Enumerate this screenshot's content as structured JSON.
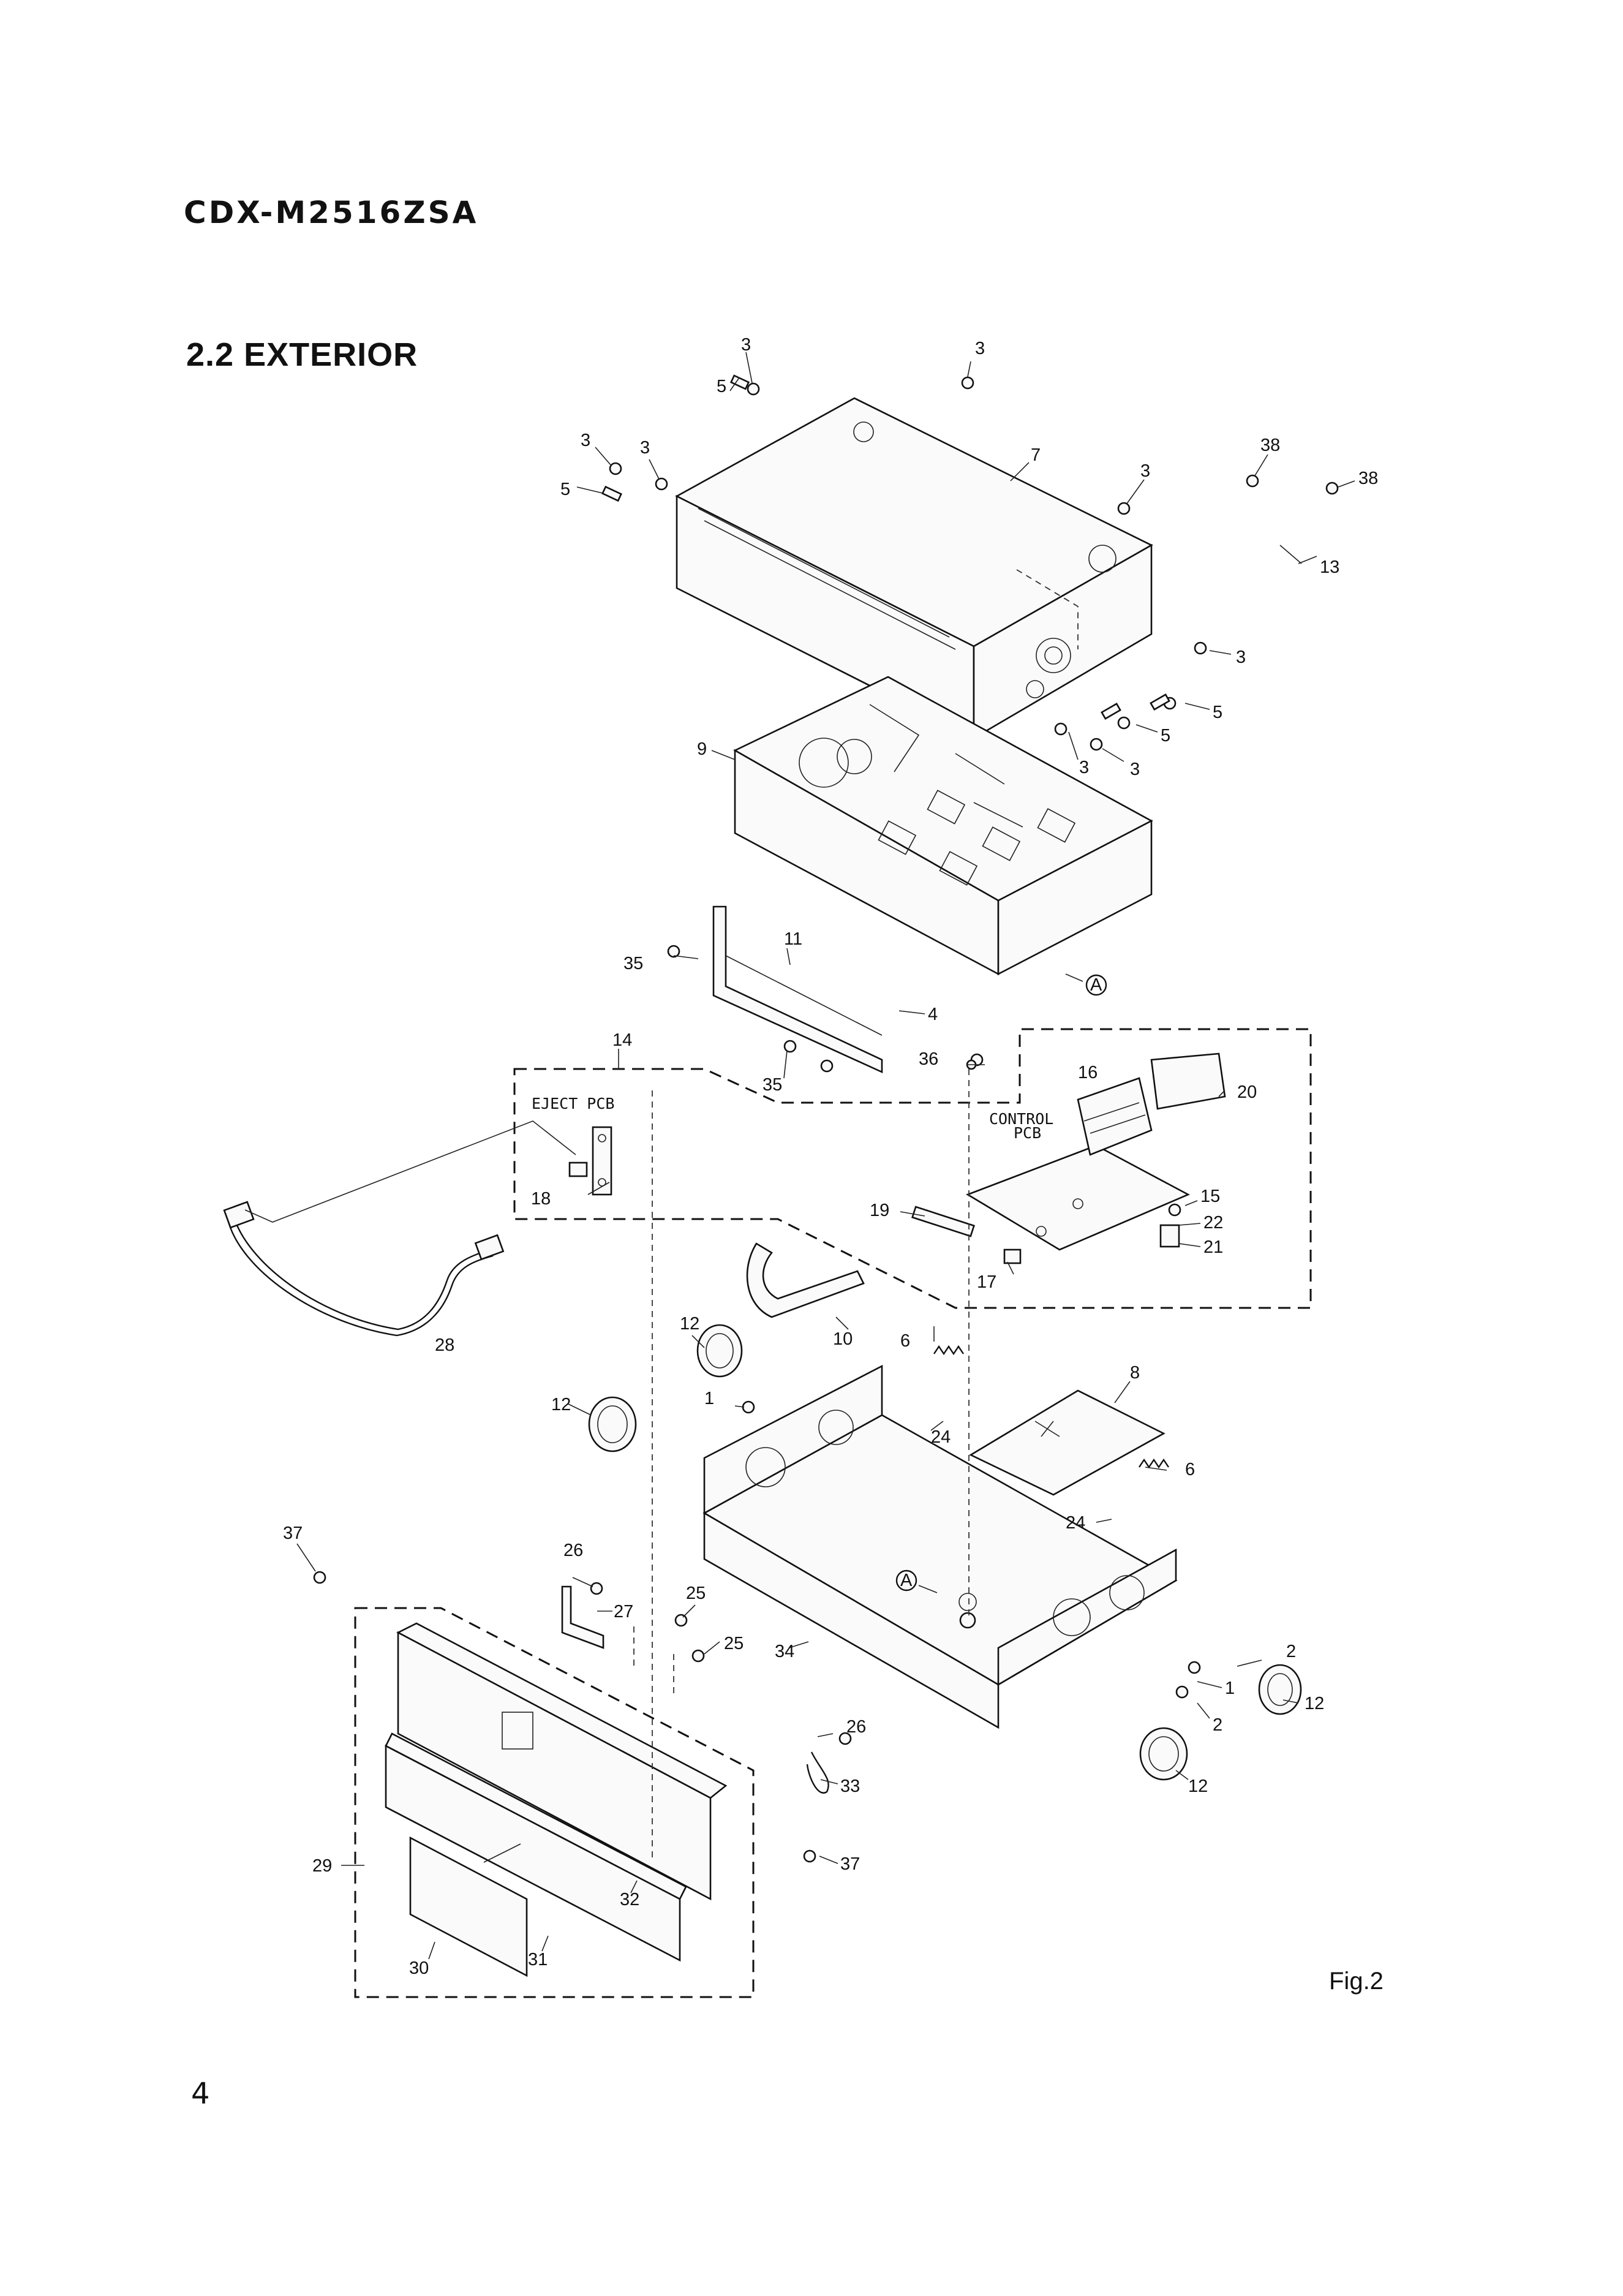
{
  "header": {
    "model": "CDX-M2516ZSA",
    "section_title": "2.2 EXTERIOR"
  },
  "figure_label": "Fig.2",
  "page_number": "4",
  "pcb_labels": {
    "eject_pcb": "EJECT PCB",
    "control_line1": "CONTROL",
    "control_line2": "PCB"
  },
  "connector_label": "A",
  "part_labels": [
    {
      "id": "p3a",
      "text": "3"
    },
    {
      "id": "p3b",
      "text": "3"
    },
    {
      "id": "p5a",
      "text": "5"
    },
    {
      "id": "p3c",
      "text": "3"
    },
    {
      "id": "p3d",
      "text": "3"
    },
    {
      "id": "p5b",
      "text": "5"
    },
    {
      "id": "p7",
      "text": "7"
    },
    {
      "id": "p3e",
      "text": "3"
    },
    {
      "id": "p38a",
      "text": "38"
    },
    {
      "id": "p38b",
      "text": "38"
    },
    {
      "id": "p13",
      "text": "13"
    },
    {
      "id": "p3f",
      "text": "3"
    },
    {
      "id": "p5c",
      "text": "5"
    },
    {
      "id": "p5d",
      "text": "5"
    },
    {
      "id": "p3g",
      "text": "3"
    },
    {
      "id": "p3h",
      "text": "3"
    },
    {
      "id": "p9",
      "text": "9"
    },
    {
      "id": "p11",
      "text": "11"
    },
    {
      "id": "p35a",
      "text": "35"
    },
    {
      "id": "p4",
      "text": "4"
    },
    {
      "id": "p35b",
      "text": "35"
    },
    {
      "id": "p14",
      "text": "14"
    },
    {
      "id": "p36",
      "text": "36"
    },
    {
      "id": "p16",
      "text": "16"
    },
    {
      "id": "p20",
      "text": "20"
    },
    {
      "id": "p18",
      "text": "18"
    },
    {
      "id": "p15",
      "text": "15"
    },
    {
      "id": "p19",
      "text": "19"
    },
    {
      "id": "p22",
      "text": "22"
    },
    {
      "id": "p21",
      "text": "21"
    },
    {
      "id": "p17",
      "text": "17"
    },
    {
      "id": "p10",
      "text": "10"
    },
    {
      "id": "p28",
      "text": "28"
    },
    {
      "id": "p12a",
      "text": "12"
    },
    {
      "id": "p6a",
      "text": "6"
    },
    {
      "id": "p8",
      "text": "8"
    },
    {
      "id": "p1a",
      "text": "1"
    },
    {
      "id": "p12b",
      "text": "12"
    },
    {
      "id": "p24a",
      "text": "24"
    },
    {
      "id": "p6b",
      "text": "6"
    },
    {
      "id": "p24b",
      "text": "24"
    },
    {
      "id": "p37a",
      "text": "37"
    },
    {
      "id": "p26a",
      "text": "26"
    },
    {
      "id": "p27",
      "text": "27"
    },
    {
      "id": "p25a",
      "text": "25"
    },
    {
      "id": "p25b",
      "text": "25"
    },
    {
      "id": "p34",
      "text": "34"
    },
    {
      "id": "p2a",
      "text": "2"
    },
    {
      "id": "p1b",
      "text": "1"
    },
    {
      "id": "p12c",
      "text": "12"
    },
    {
      "id": "p2b",
      "text": "2"
    },
    {
      "id": "p26b",
      "text": "26"
    },
    {
      "id": "p33",
      "text": "33"
    },
    {
      "id": "p12d",
      "text": "12"
    },
    {
      "id": "p29",
      "text": "29"
    },
    {
      "id": "p37b",
      "text": "37"
    },
    {
      "id": "p32",
      "text": "32"
    },
    {
      "id": "p31",
      "text": "31"
    },
    {
      "id": "p30",
      "text": "30"
    }
  ]
}
